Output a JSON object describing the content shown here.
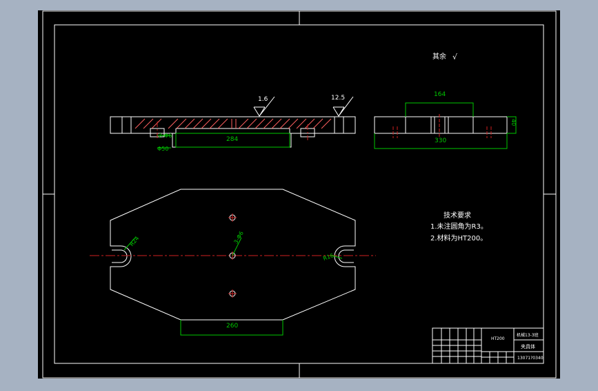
{
  "drawing": {
    "roughness_note": "其余",
    "roughness_symbol": "√",
    "side_view": {
      "roughness_top": "1.6",
      "roughness_right": "12.5",
      "dim_length": "284",
      "dim_slot": "2-Φ6",
      "dim_depth": "Φ50"
    },
    "end_view": {
      "dim_top": "164",
      "dim_bottom": "330",
      "dim_height": "40"
    },
    "plan_view": {
      "dim_bottom": "260",
      "radius_left": "R24",
      "radius_right": "R16",
      "holes_label": "3-Φ6"
    },
    "tech_requirements": {
      "title": "技术要求",
      "line1": "1.未注圆角为R3。",
      "line2": "2.材料为HT200。"
    },
    "title_block": {
      "material": "HT200",
      "school": "机械13-3班",
      "part_name": "夹具体",
      "drawing_no": "13071?0340"
    }
  },
  "colors": {
    "frame": "#ffffff",
    "dimension": "#00c800",
    "centerline": "#d02020",
    "hatch": "#ff6060",
    "background": "#000000"
  }
}
